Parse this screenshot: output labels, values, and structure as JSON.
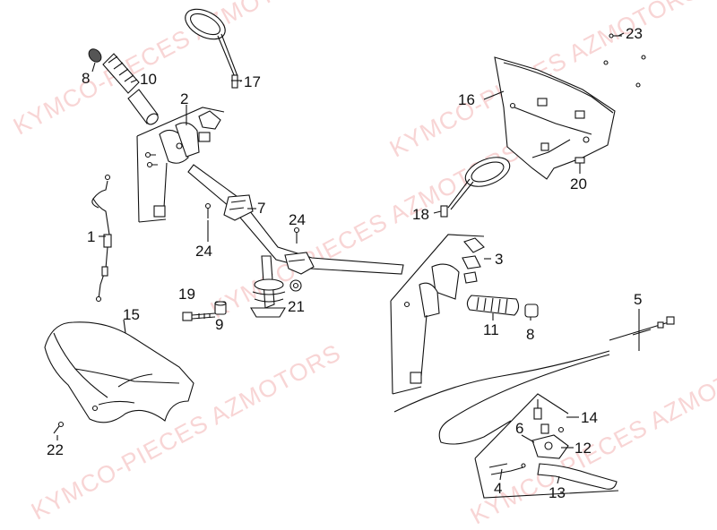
{
  "watermarks": [
    "KYMCO-PIECES AZMOTORS",
    "KYMCO-PIECES AZMOTORS",
    "KYMCO-PIECES AZMOTORS",
    "KYMCO-PIECES AZMOTORS",
    "KYMCO-PIECES AZMOTOR"
  ],
  "callouts": {
    "c23": "23",
    "c16": "16",
    "c20": "20",
    "c18": "18",
    "c3": "3",
    "c8a": "8",
    "c10": "10",
    "c17": "17",
    "c2": "2",
    "c7": "7",
    "c24a": "24",
    "c24b": "24",
    "c1": "1",
    "c19": "19",
    "c9": "9",
    "c21": "21",
    "c15": "15",
    "c22": "22",
    "c11": "11",
    "c8b": "8",
    "c5": "5",
    "c14": "14",
    "c6": "6",
    "c12": "12",
    "c4": "4",
    "c13": "13"
  },
  "colors": {
    "ink": "#111111",
    "watermark": "#f3b3b3",
    "background": "#ffffff"
  }
}
